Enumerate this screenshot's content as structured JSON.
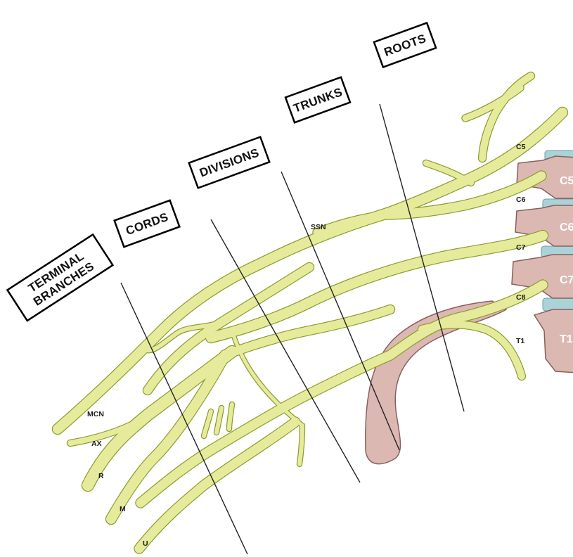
{
  "headers": {
    "terminal_line1": "TERMINAL",
    "terminal_line2": "BRANCHES",
    "cords": "CORDS",
    "divisions": "DIVISIONS",
    "trunks": "TRUNKS",
    "roots": "ROOTS"
  },
  "roots": {
    "c5": "C5",
    "c6": "C6",
    "c7": "C7",
    "c8": "C8",
    "t1": "T1"
  },
  "branches": {
    "ssn": "SSN",
    "mcn": "MCN",
    "ax": "AX",
    "r": "R",
    "m": "M",
    "u": "U"
  },
  "vertebrae": {
    "c5": "C5",
    "c6": "C6",
    "c7": "C7",
    "t1": "T1"
  },
  "colors": {
    "nerve": "#e6eb9c",
    "nerve_outline": "#8c9a2e",
    "bone": "#dcb8b3",
    "disc": "#a9d3d9"
  }
}
